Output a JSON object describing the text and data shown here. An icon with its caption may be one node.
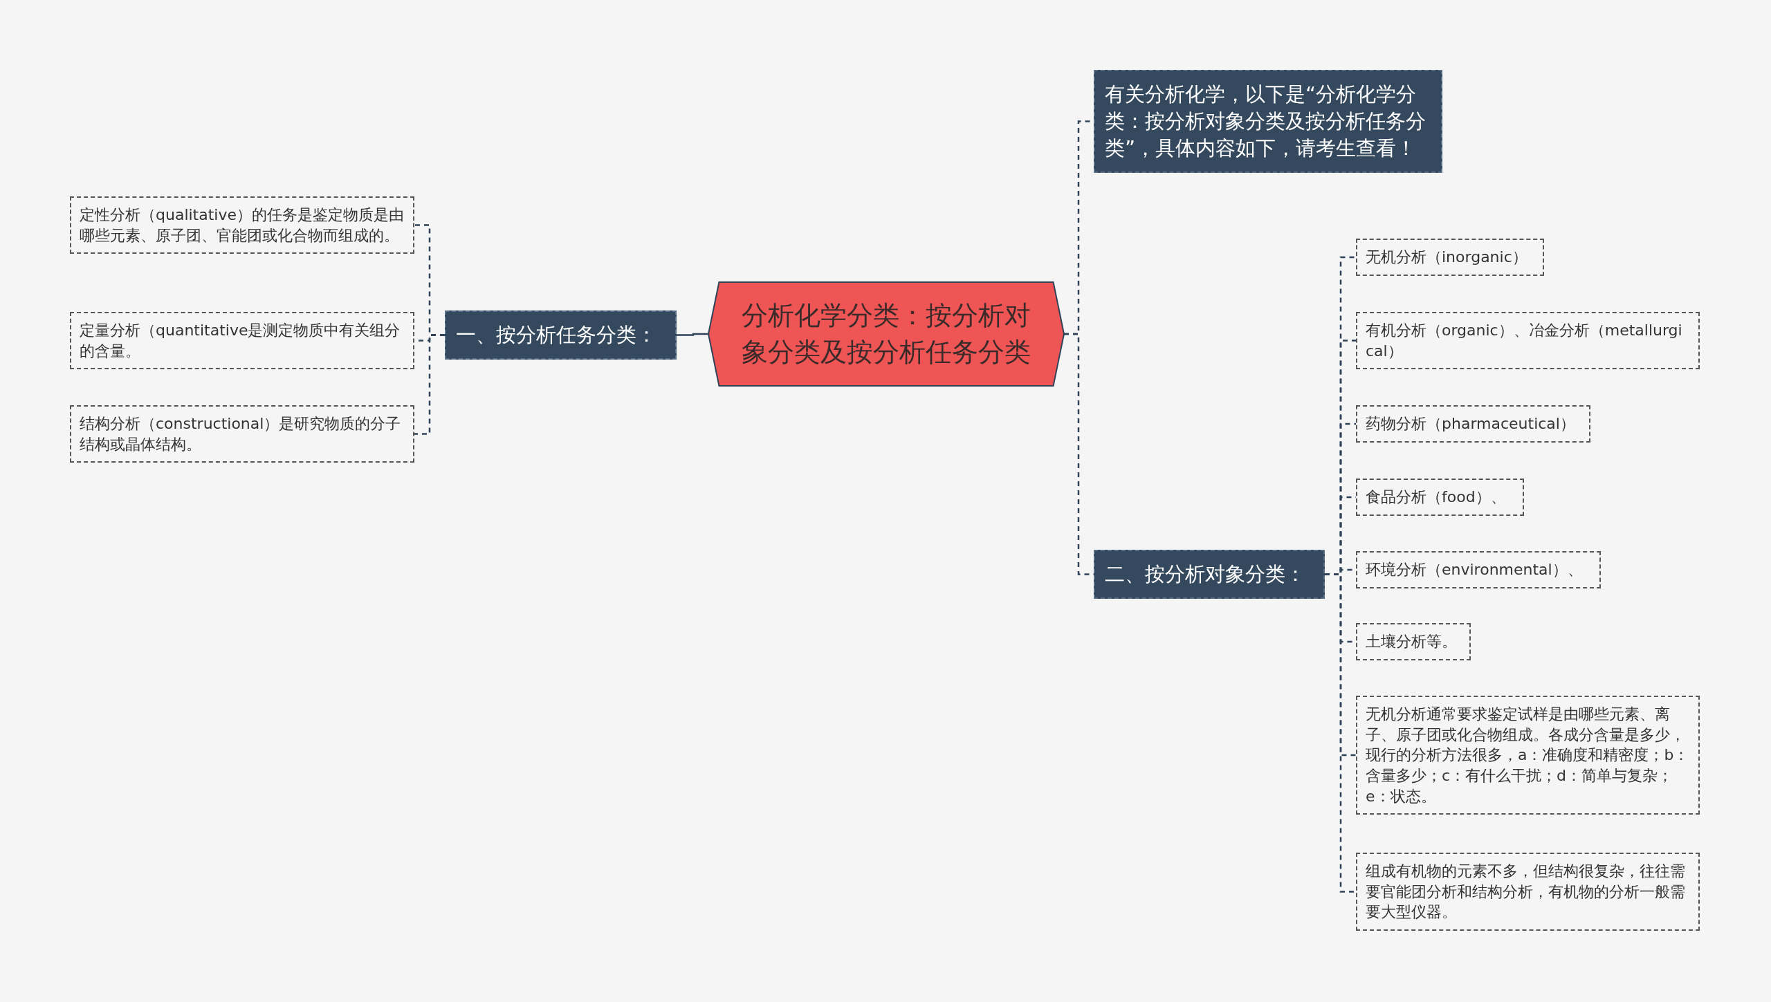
{
  "diagram": {
    "nodes": [
      {
        "text": [
          "分析化学分类：按分析对象分类及按分析任务分类"
        ]
      },
      {
        "text": [
          "一、按分析任务分类："
        ]
      },
      {
        "text": [
          "定性分析（qualitative）的任务是鉴定物质是由哪些元素、原子团、官能团或化合物而组成的。"
        ]
      },
      {
        "text": [
          "定量分析（quantitative是测定物质中有关组分的含量。"
        ]
      },
      {
        "text": [
          "结构分析（constructional）是研究物质的分子结构或晶体结构。"
        ]
      },
      {
        "text": [
          "有关分析化学，以下是“分析化学分类：按分析对象分类及按分析任务分类”，具体内容如下，请考生查看！"
        ]
      },
      {
        "text": [
          "二、按分析对象分类："
        ]
      },
      {
        "text": [
          "无机分析（inorganic）"
        ]
      },
      {
        "text": [
          "有机分析（organic）、冶金分析（metallurgical）"
        ]
      },
      {
        "text": [
          "药物分析（pharmaceutical）"
        ]
      },
      {
        "text": [
          "食品分析（food）、"
        ]
      },
      {
        "text": [
          "环境分析（environmental）、"
        ]
      },
      {
        "text": [
          "土壤分析等。"
        ]
      },
      {
        "text": [
          "无机分析通常要求鉴定试样是由哪些元素、离子、原子团或化合物组成。各成分含量是多少，现行的分析方法很多，a：准确度和精密度；b：含量多少；c：有什么干扰；d：简单与复杂；e：状态。"
        ]
      },
      {
        "text": [
          "组成有机物的元素不多，但结构很复杂，往往需要官能团分析和结构分析，有机物的分析一般需要大型仪器。"
        ]
      }
    ],
    "edges": [
      {
        "from": 0,
        "to": 1,
        "arrow": "none"
      },
      {
        "from": 1,
        "to": 2,
        "arrow": "none",
        "style": "dashed"
      },
      {
        "from": 1,
        "to": 3,
        "arrow": "none",
        "style": "dashed"
      },
      {
        "from": 1,
        "to": 4,
        "arrow": "none",
        "style": "dashed"
      },
      {
        "from": 0,
        "to": 5,
        "arrow": "none",
        "style": "dashed"
      },
      {
        "from": 0,
        "to": 6,
        "arrow": "none",
        "style": "dashed"
      },
      {
        "from": 6,
        "to": 7,
        "arrow": "none",
        "style": "dashed"
      },
      {
        "from": 6,
        "to": 8,
        "arrow": "none",
        "style": "dashed"
      },
      {
        "from": 6,
        "to": 9,
        "arrow": "none",
        "style": "dashed"
      },
      {
        "from": 6,
        "to": 10,
        "arrow": "none",
        "style": "dashed"
      },
      {
        "from": 6,
        "to": 11,
        "arrow": "none",
        "style": "dashed"
      },
      {
        "from": 6,
        "to": 12,
        "arrow": "none",
        "style": "dashed"
      },
      {
        "from": 6,
        "to": 13,
        "arrow": "none",
        "style": "dashed"
      },
      {
        "from": 6,
        "to": 14,
        "arrow": "none",
        "style": "dashed"
      }
    ]
  }
}
